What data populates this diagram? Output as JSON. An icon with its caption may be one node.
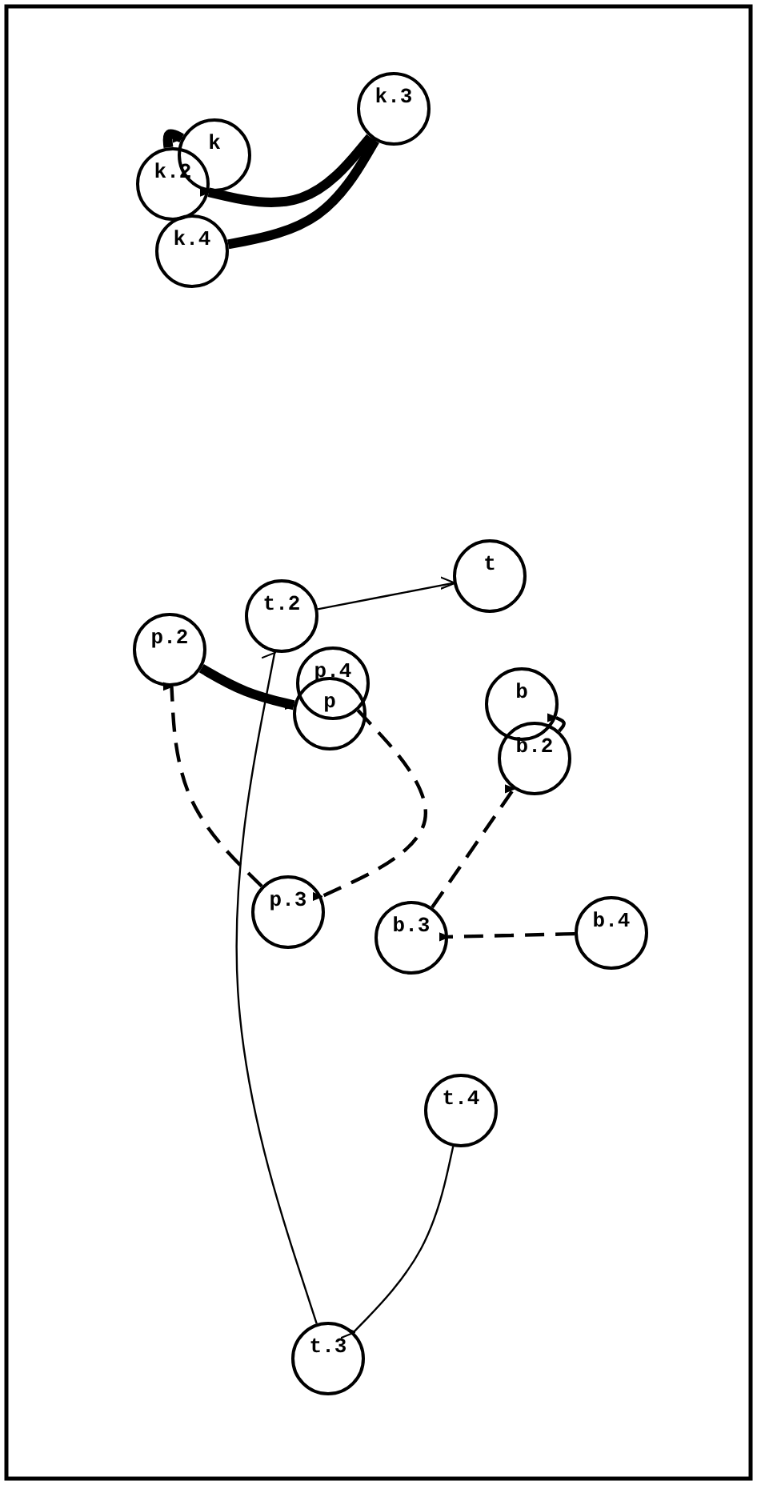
{
  "diagram": {
    "nodes": [
      {
        "text": [
          "k.3"
        ]
      },
      {
        "text": [
          "k"
        ]
      },
      {
        "text": [
          "k.2"
        ]
      },
      {
        "text": [
          "k.4"
        ]
      },
      {
        "text": [
          "t"
        ]
      },
      {
        "text": [
          "t.2"
        ]
      },
      {
        "text": [
          "p.2"
        ]
      },
      {
        "text": [
          "p.4"
        ]
      },
      {
        "text": [
          "p"
        ]
      },
      {
        "text": [
          "b"
        ]
      },
      {
        "text": [
          "b.2"
        ]
      },
      {
        "text": [
          "p.3"
        ]
      },
      {
        "text": [
          "b.3"
        ]
      },
      {
        "text": [
          "b.4"
        ]
      },
      {
        "text": [
          "t.4"
        ]
      },
      {
        "text": [
          "t.3"
        ]
      }
    ],
    "edges": [
      {
        "from": 2,
        "to": 1,
        "arrow": "to",
        "style": "thick"
      },
      {
        "from": 0,
        "to": 2,
        "arrow": "to",
        "style": "thick"
      },
      {
        "from": 3,
        "to": 0,
        "arrow": "to",
        "style": "thick"
      },
      {
        "from": 5,
        "to": 4,
        "arrow": "to"
      },
      {
        "from": 15,
        "to": 5,
        "arrow": "to"
      },
      {
        "from": 14,
        "to": 15,
        "arrow": "to"
      },
      {
        "from": 6,
        "to": 8,
        "arrow": "to",
        "style": "thick"
      },
      {
        "from": 11,
        "to": 6,
        "arrow": "to",
        "style": "dashed"
      },
      {
        "from": 7,
        "to": 11,
        "arrow": "to",
        "style": "dashed"
      },
      {
        "from": 10,
        "to": 9,
        "arrow": "to",
        "style": "dashed"
      },
      {
        "from": 12,
        "to": 10,
        "arrow": "to",
        "style": "dashed"
      },
      {
        "from": 13,
        "to": 12,
        "arrow": "to",
        "style": "dashed"
      }
    ]
  }
}
